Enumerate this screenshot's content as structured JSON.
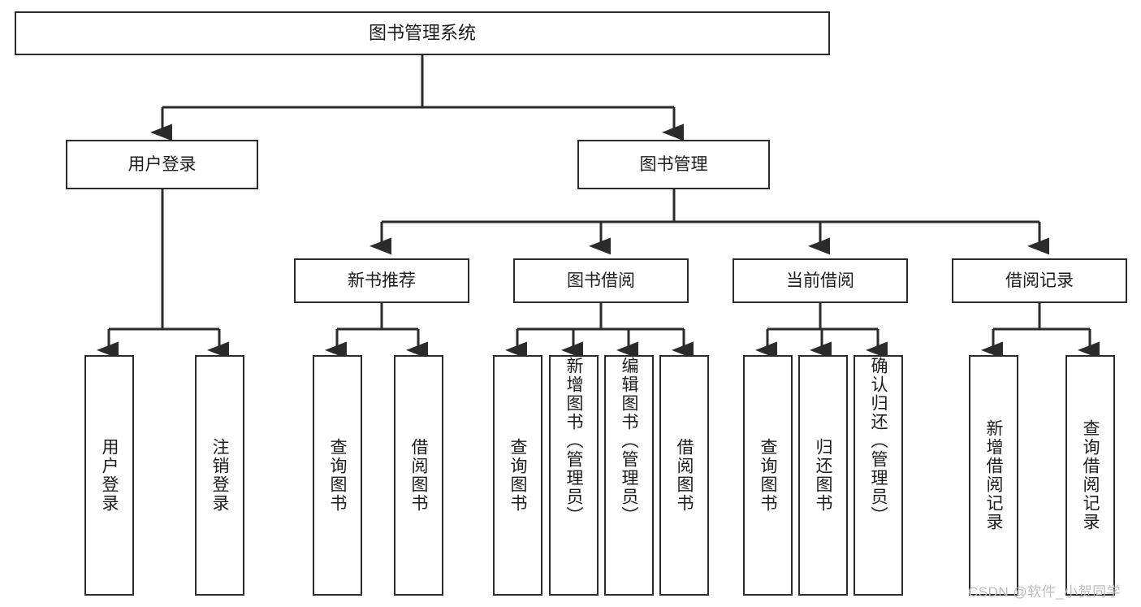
{
  "diagram": {
    "title": "图书管理系统",
    "type": "hierarchy-tree",
    "root": {
      "id": "root",
      "label": "图书管理系统"
    },
    "level1": [
      {
        "id": "user-login",
        "label": "用户登录"
      },
      {
        "id": "book-manage",
        "label": "图书管理"
      }
    ],
    "level2": [
      {
        "id": "new-book-recommend",
        "label": "新书推荐",
        "parent": "book-manage"
      },
      {
        "id": "book-borrow",
        "label": "图书借阅",
        "parent": "book-manage"
      },
      {
        "id": "current-borrow",
        "label": "当前借阅",
        "parent": "book-manage"
      },
      {
        "id": "borrow-record",
        "label": "借阅记录",
        "parent": "book-manage"
      }
    ],
    "leaves": {
      "user_login": [
        {
          "id": "leaf-user-login",
          "label": "用户登录"
        },
        {
          "id": "leaf-logout",
          "label": "注销登录"
        }
      ],
      "new_book_recommend": [
        {
          "id": "leaf-query-book-1",
          "label": "查询图书"
        },
        {
          "id": "leaf-borrow-book-1",
          "label": "借阅图书"
        }
      ],
      "book_borrow": [
        {
          "id": "leaf-query-book-2",
          "label": "查询图书"
        },
        {
          "id": "leaf-add-book",
          "label": "新增图书（管理员）"
        },
        {
          "id": "leaf-edit-book",
          "label": "编辑图书（管理员）"
        },
        {
          "id": "leaf-borrow-book-2",
          "label": "借阅图书"
        }
      ],
      "current_borrow": [
        {
          "id": "leaf-query-book-3",
          "label": "查询图书"
        },
        {
          "id": "leaf-return-book",
          "label": "归还图书"
        },
        {
          "id": "leaf-confirm-return",
          "label": "确认归还（管理员）"
        }
      ],
      "borrow_record": [
        {
          "id": "leaf-add-record",
          "label": "新增借阅记录"
        },
        {
          "id": "leaf-query-record",
          "label": "查询借阅记录"
        }
      ]
    }
  },
  "watermark": {
    "text": "CSDN @软件_小贺同学"
  },
  "colors": {
    "stroke": "#2b2b2b",
    "fill": "#ffffff",
    "text": "#1c1c1c",
    "watermark": "#bdbdbd"
  }
}
